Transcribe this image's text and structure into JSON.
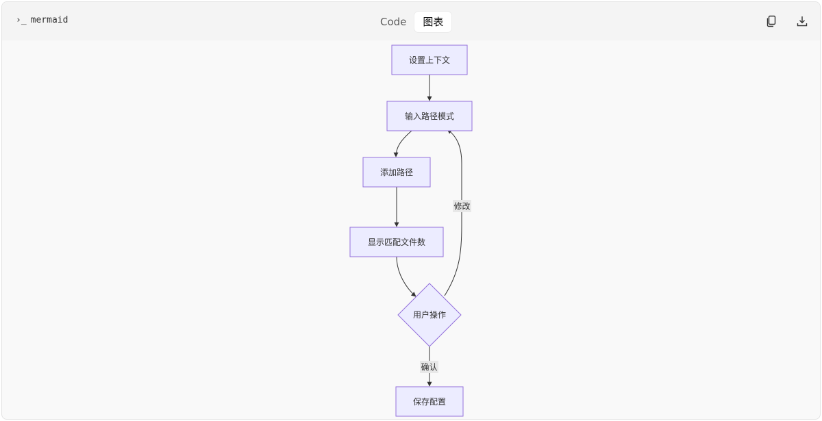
{
  "header": {
    "language_prompt": "›_",
    "language": "mermaid",
    "tabs": [
      {
        "label": "Code",
        "active": false
      },
      {
        "label": "图表",
        "active": true
      }
    ],
    "actions": {
      "copy_icon": "copy-icon",
      "download_icon": "download-icon"
    }
  },
  "diagram": {
    "type": "flowchart",
    "nodes": {
      "set_context": "设置上下文",
      "input_pattern": "输入路径模式",
      "add_path": "添加路径",
      "show_count": "显示匹配文件数",
      "user_action": "用户操作",
      "save_config": "保存配置"
    },
    "edges": [
      {
        "from": "set_context",
        "to": "input_pattern",
        "label": ""
      },
      {
        "from": "input_pattern",
        "to": "add_path",
        "label": ""
      },
      {
        "from": "add_path",
        "to": "show_count",
        "label": ""
      },
      {
        "from": "show_count",
        "to": "user_action",
        "label": ""
      },
      {
        "from": "user_action",
        "to": "input_pattern",
        "label": "修改"
      },
      {
        "from": "user_action",
        "to": "save_config",
        "label": "确认"
      }
    ],
    "edge_labels": {
      "modify": "修改",
      "confirm": "确认"
    },
    "colors": {
      "node_fill": "#ececff",
      "node_stroke": "#9370db",
      "edge": "#333333"
    }
  }
}
